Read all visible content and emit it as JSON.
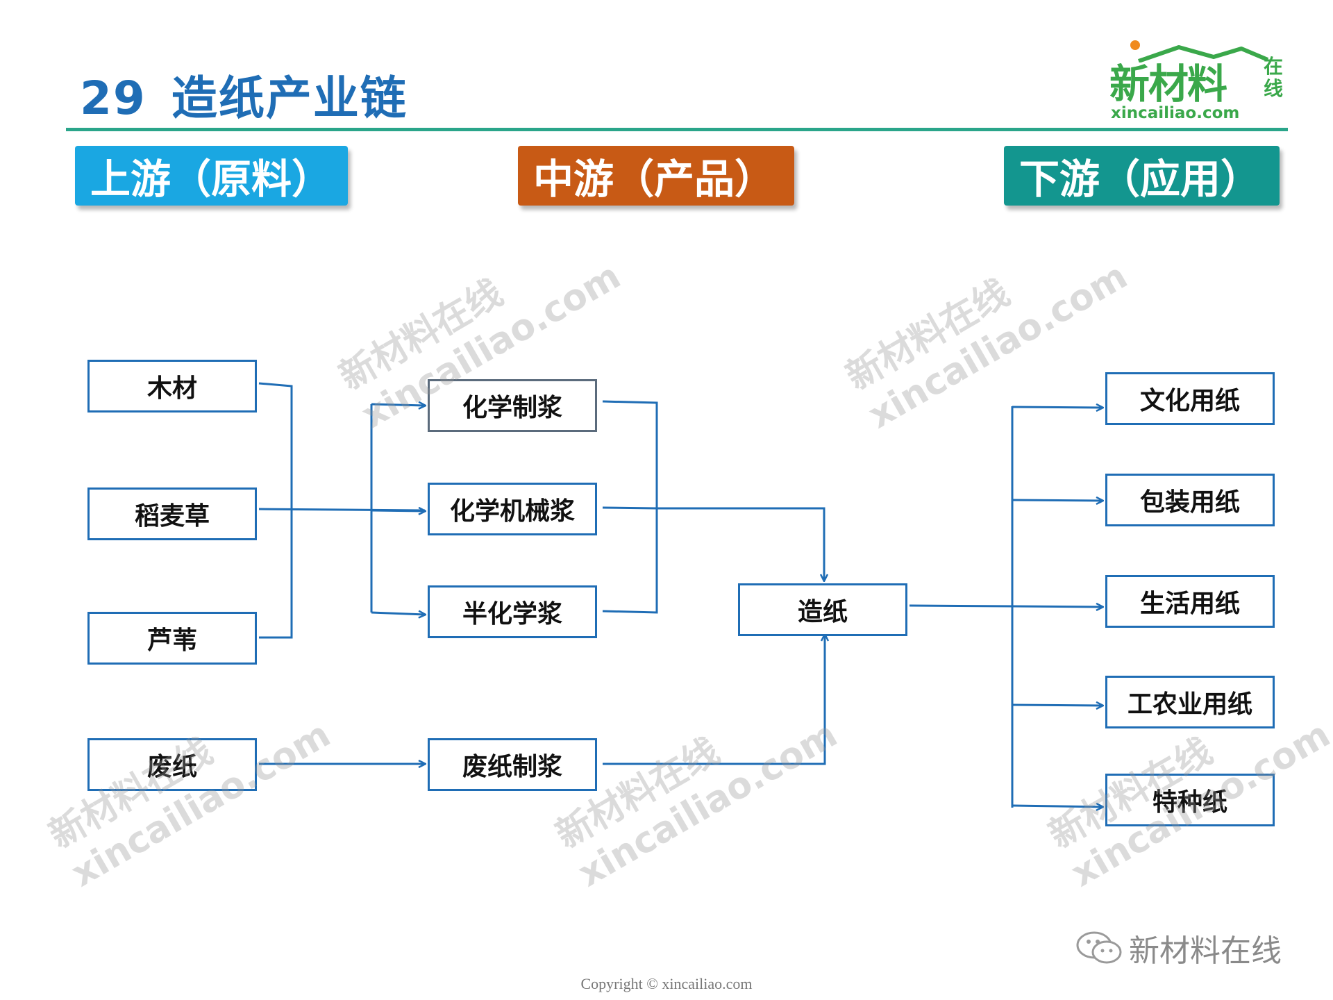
{
  "title": {
    "number": "29",
    "text": "造纸产业链"
  },
  "logo": {
    "main": "新材料",
    "side": "在线",
    "url": "xincailiao.com"
  },
  "stages": {
    "upstream": "上游（原料）",
    "midstream": "中游（产品）",
    "downstream": "下游（应用）"
  },
  "raw_materials": [
    "木材",
    "稻麦草",
    "芦苇",
    "废纸"
  ],
  "pulps": [
    "化学制浆",
    "化学机械浆",
    "半化学浆",
    "废纸制浆"
  ],
  "center": "造纸",
  "applications": [
    "文化用纸",
    "包装用纸",
    "生活用纸",
    "工农业用纸",
    "特种纸"
  ],
  "watermark": {
    "line1": "新材料在线",
    "line2": "xincailiao.com"
  },
  "wechat_label": "新材料在线",
  "copyright": "Copyright © xincailiao.com",
  "colors": {
    "title": "#1f6db5",
    "rule": "#2aa58a",
    "upstream": "#1aa7e2",
    "midstream": "#c85a15",
    "downstream": "#13968f",
    "line": "#1f6db5"
  }
}
